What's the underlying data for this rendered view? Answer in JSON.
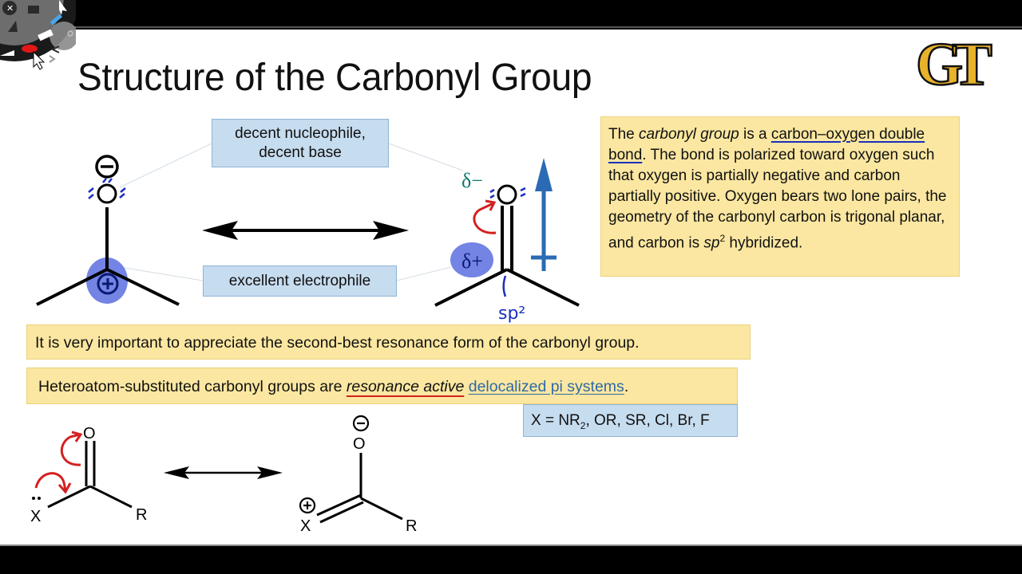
{
  "slide": {
    "title": "Structure of the Carbonyl Group",
    "logo": {
      "text": "GT",
      "fill_color": "#e8b22b",
      "stroke_color": "#111111"
    },
    "description": {
      "part1": "The ",
      "term": "carbonyl group",
      "part2": " is a ",
      "underlined": "carbon–oxygen double bond",
      "part3": ". The bond is polarized toward oxygen such that oxygen is partially negative and carbon partially positive. Oxygen bears two lone pairs, the geometry of the carbonyl carbon is trigonal planar, and carbon is ",
      "sp": "sp",
      "sp_sup": "2",
      "part4": " hybridized."
    },
    "callouts": {
      "nucleophile_line1": "decent nucleophile,",
      "nucleophile_line2": "decent base",
      "electrophile": "excellent electrophile"
    },
    "notes": {
      "importance": "It is very important to appreciate the second-best resonance form of the carbonyl group.",
      "hetero_part1": "Heteroatom-substituted carbonyl groups are ",
      "hetero_em": "resonance active",
      "hetero_space": " ",
      "hetero_link": "delocalized pi systems",
      "hetero_end": "."
    },
    "substituents": {
      "prefix": "X = NR",
      "sub": "2",
      "rest": ", OR, SR, Cl, Br, F"
    },
    "structure_top": {
      "left_charge_minus": "⊖",
      "left_charge_plus": "⊕",
      "right_delta_minus": "δ−",
      "right_delta_plus": "δ+",
      "right_oxygen": "O",
      "hybridization": "sp²"
    },
    "structure_bottom": {
      "left_o": "O",
      "left_x": "X",
      "left_r": "R",
      "right_o": "O",
      "right_x": "X",
      "right_r": "R"
    },
    "colors": {
      "note_yellow": "#fbe7a1",
      "callout_blue": "#c6dcef",
      "ink_blue": "#1a2fbf",
      "ink_red": "#d42020",
      "ink_teal": "#127a6e",
      "dipole_blue": "#2a6bb3",
      "highlight_blue": "#5a6fe0"
    }
  },
  "annotation_toolbar": {
    "tools": [
      "close-icon",
      "share-icon",
      "pointer-icon",
      "pen-icon",
      "highlighter-icon",
      "eraser-icon",
      "fill-icon",
      "undo-icon",
      "redo-icon",
      "settings-icon"
    ]
  }
}
